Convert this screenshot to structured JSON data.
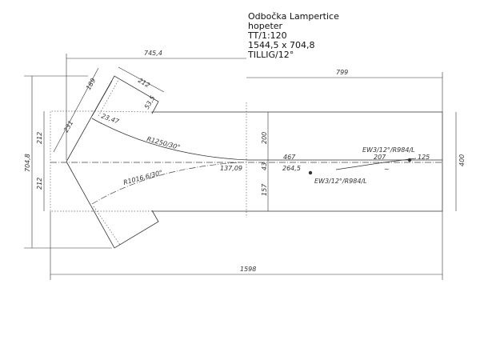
{
  "title_block": {
    "name": "Odbočka Lampertice",
    "scale_name": "hopeter",
    "scale": "TT/1:120",
    "size": "1544,5 x 704,8",
    "system": "TILLIG/12°"
  },
  "dimensions": {
    "left_span": "745,4",
    "right_span": "799",
    "total_length": "1598",
    "total_height": "704,8",
    "upper_half": "212",
    "lower_half": "212",
    "right_height": "400",
    "branch_width": "212",
    "branch_len_outer": "189",
    "branch_len_inner": "231",
    "branch_step": "53,5",
    "offset": "23,47",
    "upper_gap": "200",
    "mid_gap": "43",
    "lower_gap": "157",
    "dist_467": "467",
    "dist_264": "264,5",
    "dist_137": "137,09",
    "dist_207": "207",
    "dist_125": "125"
  },
  "labels": {
    "curve_upper": "R1250/30°",
    "curve_lower": "R1016,6/30°",
    "turnout_upper": "EW3/12°/R984/L",
    "turnout_lower": "EW3/12°/R984/L",
    "tilde": "~"
  }
}
